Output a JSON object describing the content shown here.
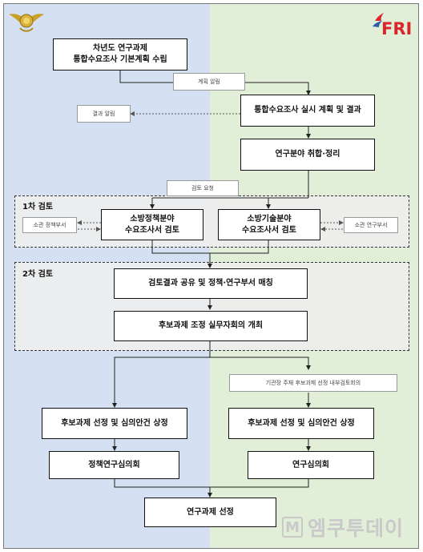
{
  "nodes": {
    "plan": "차년도 연구과제\n통합수요조사 기본계획 수립",
    "survey": "통합수요조사 실시 계획 및 결과",
    "collect": "연구분야 취합·정리",
    "policy_review": "소방정책분야\n수요조사서 검토",
    "tech_review": "소방기술분야\n수요조사서 검토",
    "share": "검토결과 공유 및 정책·연구부서 매칭",
    "meeting": "후보과제 조정 실무자회의 개최",
    "select_left": "후보과제 선정 및 심의안건 상정",
    "select_right": "후보과제 선정 및 심의안건 상정",
    "policy_council": "정책연구심의회",
    "research_council": "연구심의회",
    "final": "연구과제 선정"
  },
  "notes": {
    "plan_notice": "계획 알림",
    "result_notice": "결과 알림",
    "review_request": "검토 요청",
    "policy_dept": "소관 정책부서",
    "research_dept": "소관 연구부서",
    "internal_meeting": "기관장 주재 후보과제 선정 내부검토회의"
  },
  "sections": {
    "first": "1차 검토",
    "second": "2차 검토"
  },
  "watermark": {
    "brand": "엠쿠투데이",
    "icon_letter": "M"
  },
  "logos": {
    "right_text": "FRI"
  },
  "colors": {
    "left_bg": "#d5e1f2",
    "right_bg": "#e1eed8",
    "fri_red": "#d9252c",
    "fri_blue": "#2d5ca8"
  },
  "icons": [
    "emblem-icon",
    "fri-logo-icon",
    "watermark-icon"
  ]
}
